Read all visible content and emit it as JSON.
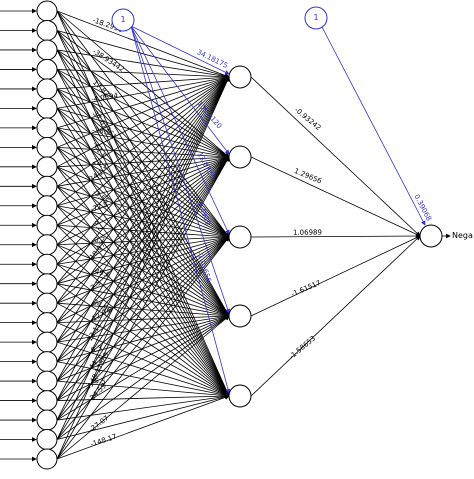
{
  "network": {
    "input_count": 24,
    "hidden_count": 5,
    "output_label": "Nega",
    "bias_label": "1",
    "hidden_output_weights": [
      "-0.93242",
      "1.29656",
      "1.06989",
      "-1.61517",
      "-1.58653"
    ],
    "bias_hidden_weights": [
      "34.18175",
      "109.1120",
      "13.8735",
      "2.4969",
      "-1.01656"
    ],
    "bias_output_weight": "0.39068",
    "input_weight_labels": [
      "-18.2998",
      "-38.93442",
      "17.82",
      "37.61361",
      "-61.5",
      "-4.0594",
      "-38.1",
      "24.1",
      "-3.55",
      "9.2",
      "34.1",
      "-72.5",
      "-0.2",
      "-49.6",
      "24.96",
      "-18.07",
      "-2.5",
      "-12.0",
      "6.3",
      "-5.5",
      "13.11",
      "-44.5",
      "-24.59",
      "-27.07",
      "-148.17",
      "-148.17389"
    ]
  },
  "colors": {
    "edge": "#000000",
    "bias": "#3333cc",
    "node_fill": "#ffffff"
  }
}
